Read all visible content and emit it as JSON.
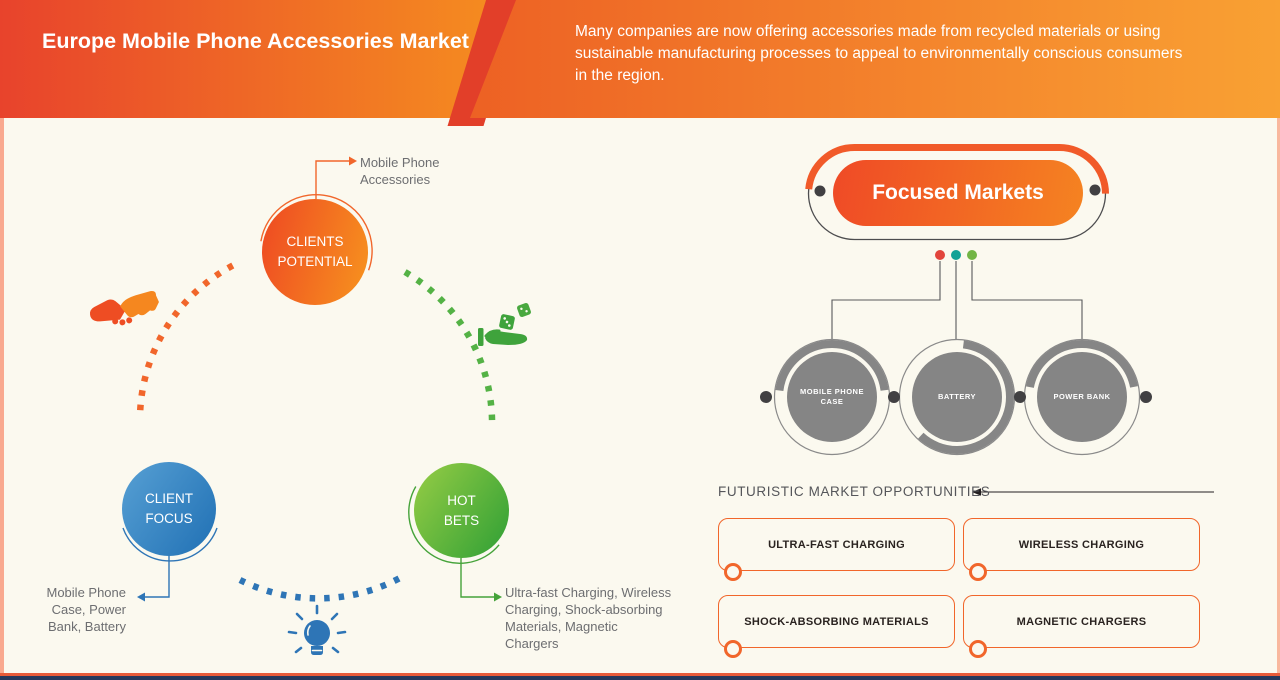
{
  "header": {
    "title": "Europe Mobile Phone Accessories Market",
    "description": "Many companies are now offering accessories made from recycled materials or using sustainable manufacturing processes to appeal to environmentally conscious consumers in the region."
  },
  "diagram": {
    "clients_potential": {
      "label": "CLIENTS\nPOTENTIAL",
      "callout": "Mobile Phone\nAccessories"
    },
    "client_focus": {
      "label": "CLIENT\nFOCUS",
      "callout": "Mobile Phone\nCase, Power\nBank, Battery"
    },
    "hot_bets": {
      "label": "HOT\nBETS",
      "callout": "Ultra-fast Charging, Wireless\nCharging, Shock-absorbing\nMaterials, Magnetic\nChargers"
    }
  },
  "focused_markets": {
    "title": "Focused Markets",
    "items": [
      "MOBILE PHONE CASE",
      "BATTERY",
      "POWER BANK"
    ]
  },
  "opportunities": {
    "heading": "FUTURISTIC MARKET OPPORTUNITIES",
    "items": [
      "ULTRA-FAST CHARGING",
      "WIRELESS CHARGING",
      "SHOCK-ABSORBING MATERIALS",
      "MAGNETIC CHARGERS"
    ]
  },
  "colors": {
    "header_red": "#E8432C",
    "header_orange": "#F9A133",
    "accent_orange": "#F1662B",
    "accent_blue": "#2E75B6",
    "accent_green": "#45A33A",
    "gray_circle": "#858585",
    "dark_dot": "#414042",
    "navy_bar": "#26395C",
    "background": "#FBF9EF",
    "dot_red": "#E2453C",
    "dot_teal": "#11A296",
    "dot_green": "#72B545"
  }
}
